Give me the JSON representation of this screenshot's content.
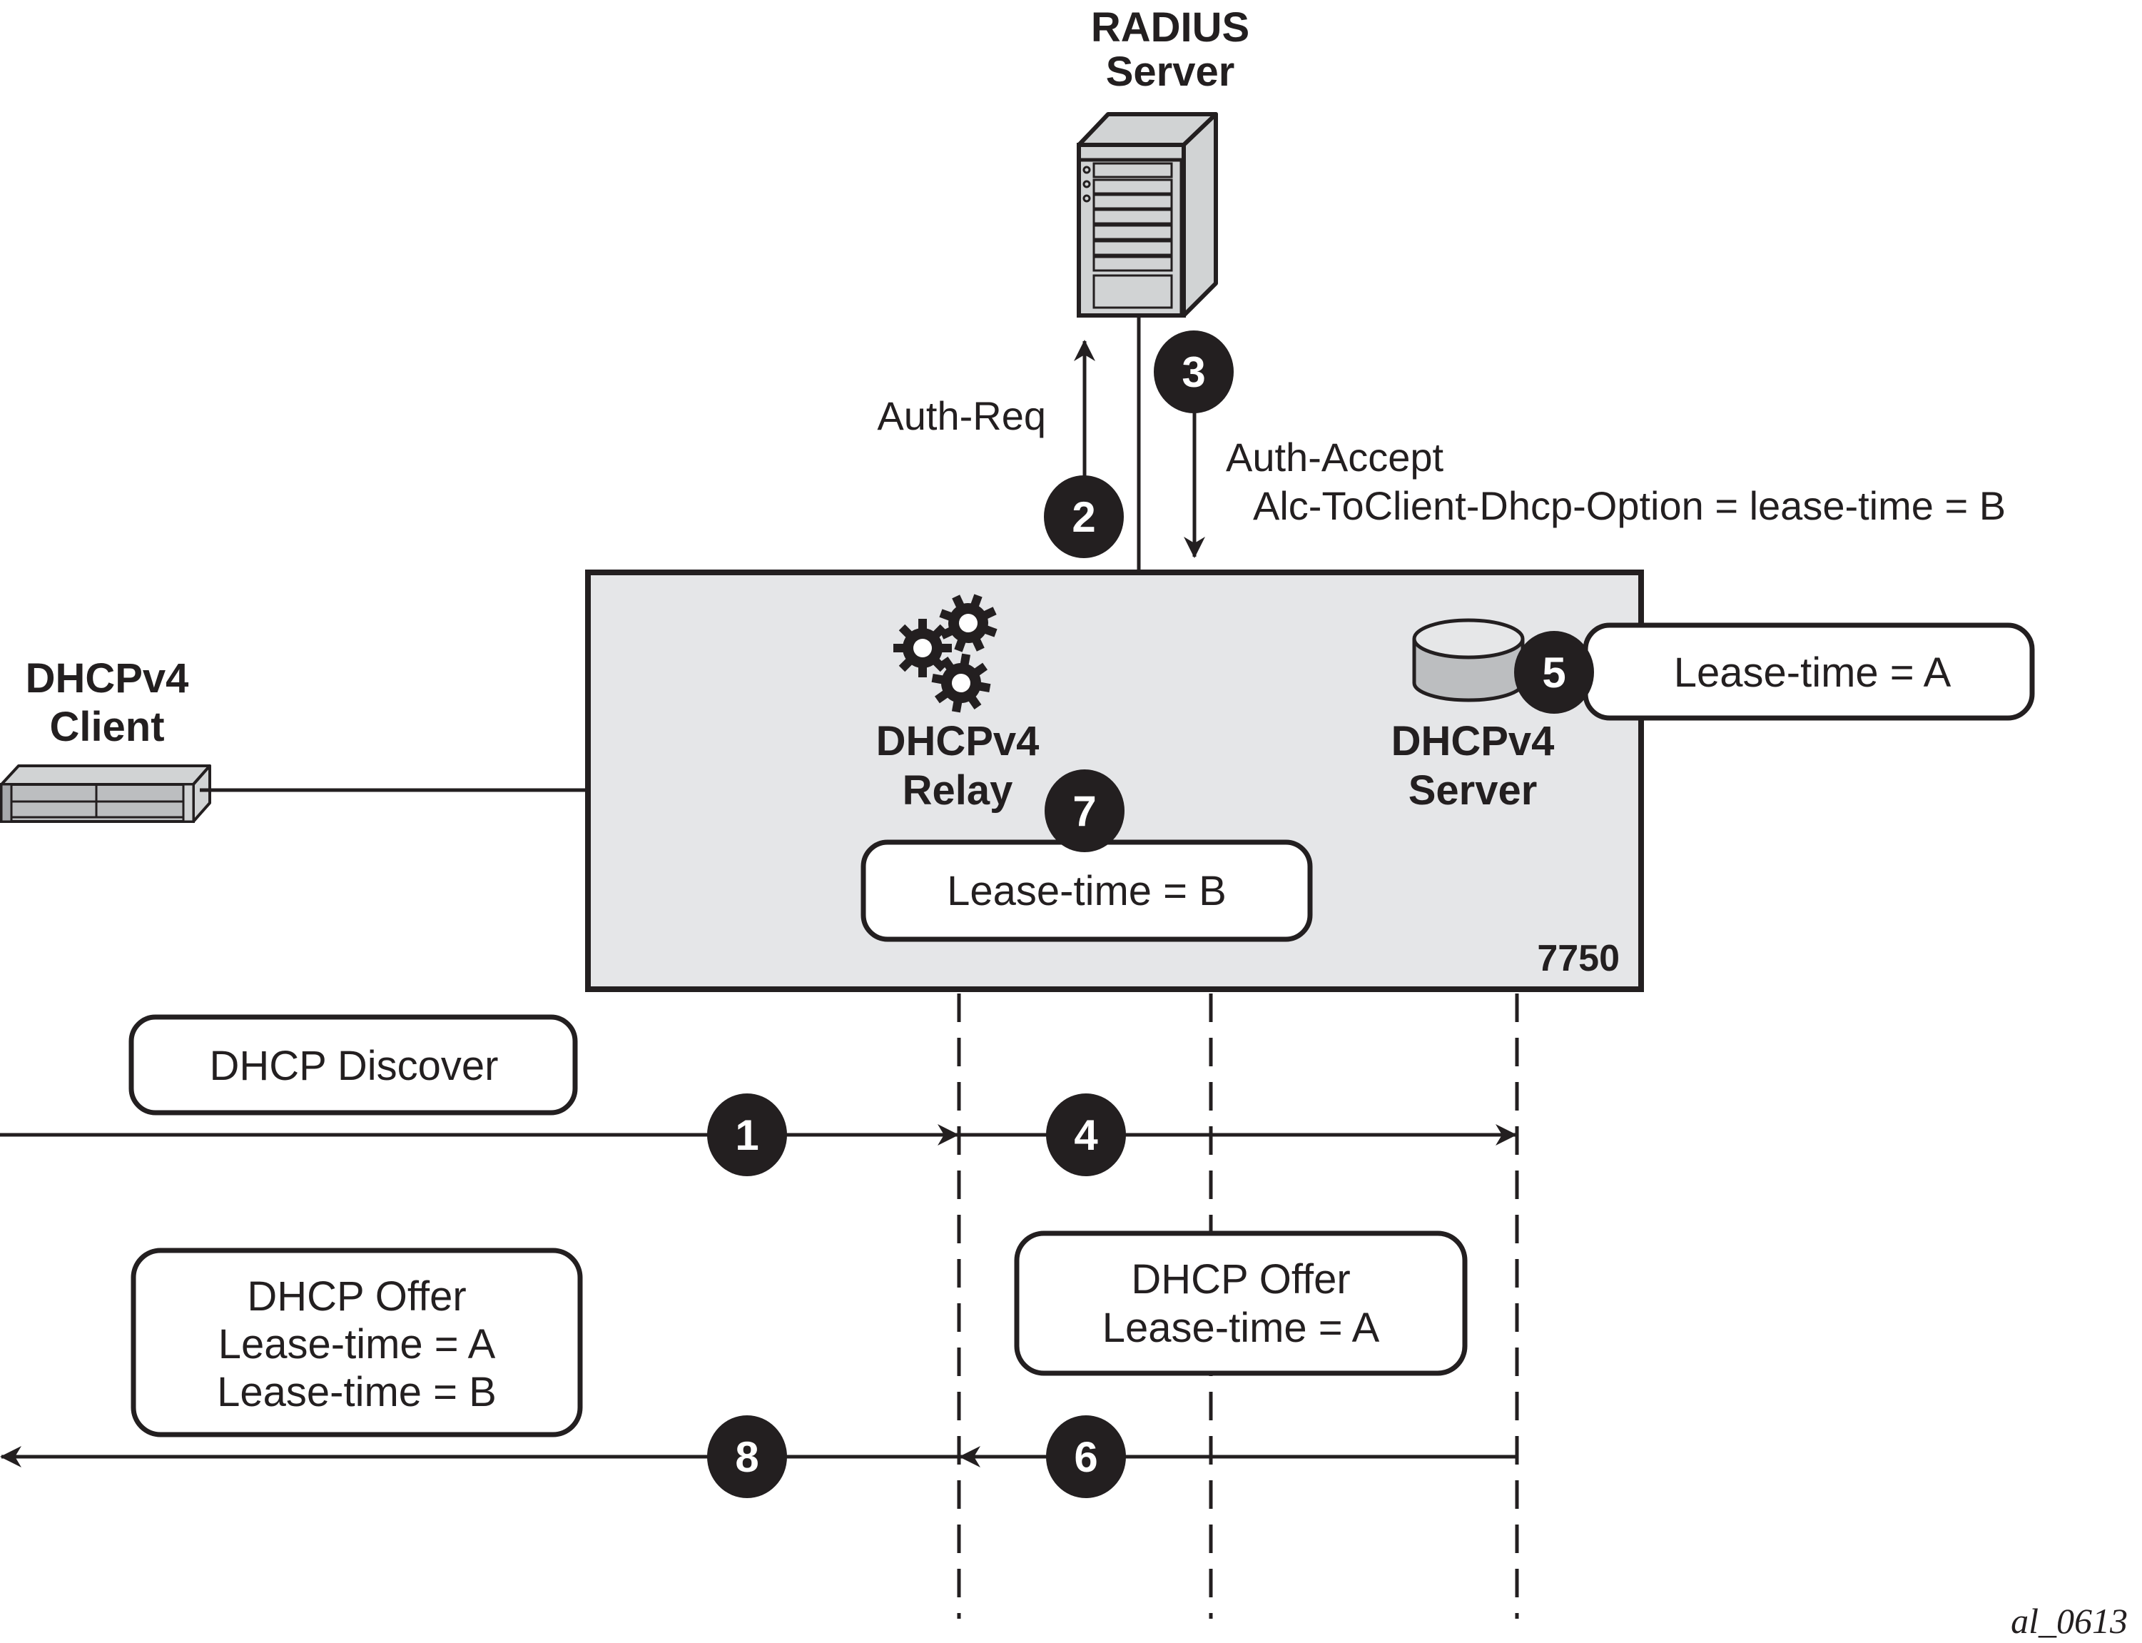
{
  "radius": {
    "line1": "RADIUS",
    "line2": "Server"
  },
  "auth_req": "Auth-Req",
  "auth_accept": {
    "line1": "Auth-Accept",
    "line2": "Alc-ToClient-Dhcp-Option = lease-time = B"
  },
  "client": {
    "line1": "DHCPv4",
    "line2": "Client"
  },
  "node": {
    "label": "7750",
    "fill": "#e5e6e8",
    "relay": {
      "line1": "DHCPv4",
      "line2": "Relay",
      "note": "Lease-time = B"
    },
    "server": {
      "line1": "DHCPv4",
      "line2": "Server",
      "note": "Lease-time = A"
    }
  },
  "steps": [
    "1",
    "2",
    "3",
    "4",
    "5",
    "6",
    "7",
    "8"
  ],
  "messages": {
    "discover": "DHCP Discover",
    "offer_relay_side": [
      "DHCP Offer",
      "Lease-time = A"
    ],
    "offer_client_side": [
      "DHCP Offer",
      "Lease-time = A",
      "Lease-time = B"
    ]
  },
  "figure_id": "al_0613",
  "colors": {
    "ink": "#231f20",
    "device_gray": "#d1d3d4",
    "device_dark": "#bcbec0"
  }
}
